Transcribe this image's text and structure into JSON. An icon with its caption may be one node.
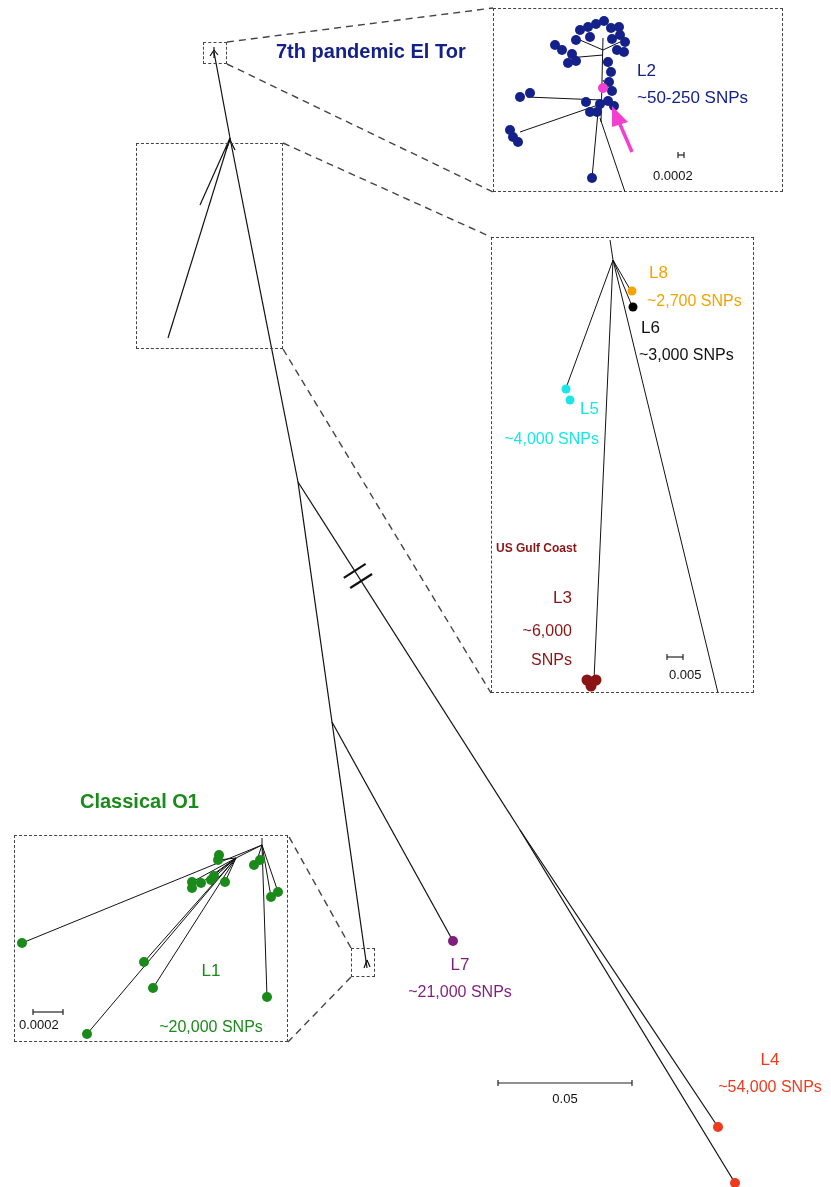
{
  "diagram": {
    "nodes": [
      {
        "text": [],
        "shape": "box"
      },
      {
        "text": [
          "L2",
          "~50-250 SNPs",
          "0.0002"
        ]
      },
      {
        "text": [],
        "shape": "box"
      },
      {
        "text": [
          "L8",
          "~2,700 SNPs",
          "L6",
          "~3,000 SNPs",
          "L5",
          "~4,000 SNPs",
          "US Gulf Coast",
          "L3",
          "~6,000 SNPs",
          "0.005"
        ]
      },
      {
        "text": [
          "L1",
          "0.0002",
          "~20,000 SNPs"
        ]
      },
      {
        "text": [],
        "shape": "box"
      }
    ],
    "edges": [
      {
        "from": 0,
        "to": 1,
        "arrow": "none",
        "style": "dashed"
      },
      {
        "from": 0,
        "to": 1,
        "arrow": "none",
        "style": "dashed"
      },
      {
        "from": 2,
        "to": 3,
        "arrow": "none",
        "style": "dashed"
      },
      {
        "from": 2,
        "to": 3,
        "arrow": "none",
        "style": "dashed"
      },
      {
        "from": 5,
        "to": 4,
        "arrow": "none",
        "style": "dashed"
      },
      {
        "from": 5,
        "to": 4,
        "arrow": "none",
        "style": "dashed"
      }
    ],
    "labels": [
      "7th pandemic El Tor",
      "Classical O1",
      "L7",
      "~21,000 SNPs",
      "0.05",
      "L4",
      "~54,000 SNPs"
    ]
  }
}
